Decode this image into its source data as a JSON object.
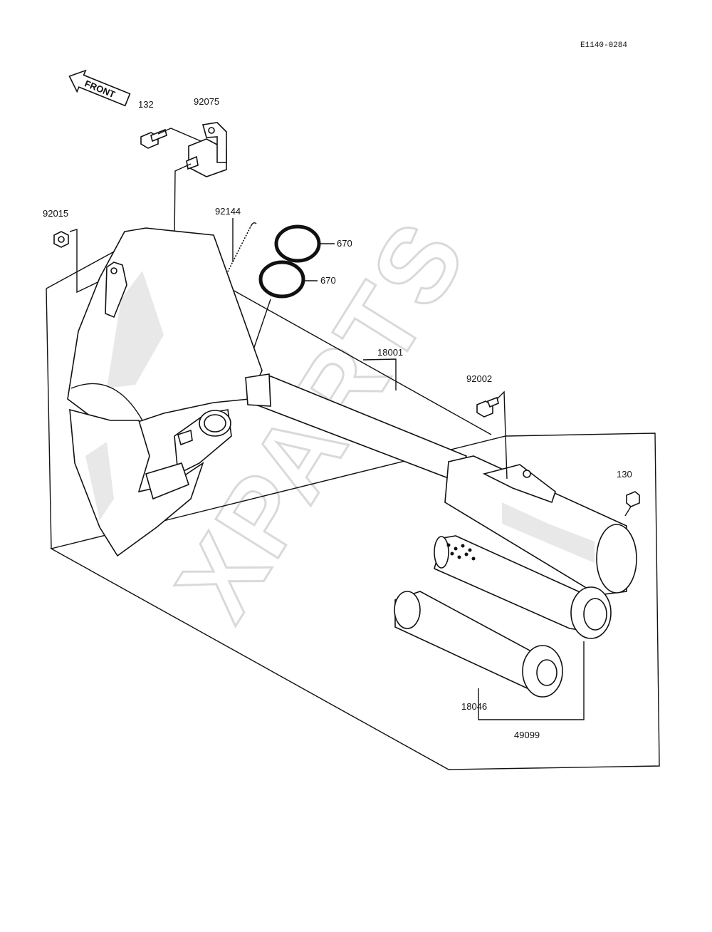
{
  "diagram_code": "E1140-0284",
  "front_label": "FRONT",
  "watermark": "XPARTS",
  "parts": {
    "p132": "132",
    "p92075": "92075",
    "p92015": "92015",
    "p92144": "92144",
    "p670a": "670",
    "p670b": "670",
    "p18001": "18001",
    "p92002": "92002",
    "p130": "130",
    "p18046": "18046",
    "p49099": "49099"
  }
}
